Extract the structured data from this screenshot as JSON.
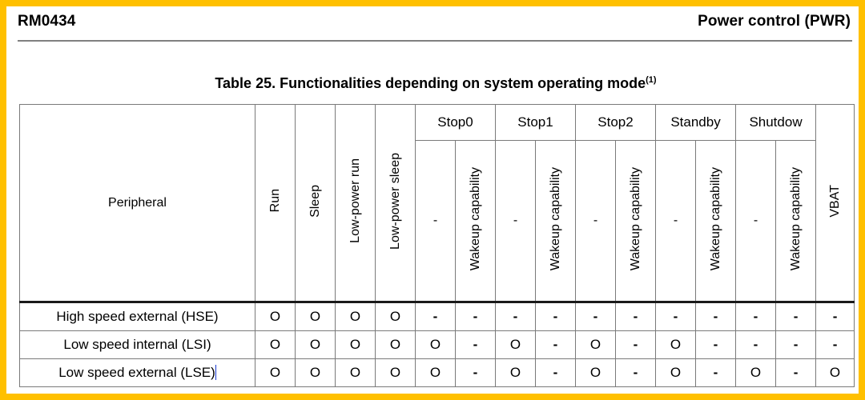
{
  "document": {
    "header_left": "RM0434",
    "header_right": "Power control (PWR)",
    "border_color": "#FFC000"
  },
  "table": {
    "caption_main": "Table 25. Functionalities depending on system operating mode",
    "caption_footnote": "(1)",
    "peripheral_header": "Peripheral",
    "simple_mode_columns": [
      "Run",
      "Sleep",
      "Low-power run",
      "Low-power sleep"
    ],
    "group_columns": [
      {
        "label": "Stop0",
        "sub": [
          "-",
          "Wakeup capability"
        ]
      },
      {
        "label": "Stop1",
        "sub": [
          "-",
          "Wakeup capability"
        ]
      },
      {
        "label": "Stop2",
        "sub": [
          "-",
          "Wakeup capability"
        ]
      },
      {
        "label": "Standby",
        "sub": [
          "-",
          "Wakeup capability"
        ]
      },
      {
        "label": "Shutdow",
        "sub": [
          "-",
          "Wakeup capability"
        ]
      }
    ],
    "vbat_header": "VBAT",
    "wakeup_bg_color": "#e6e6e6",
    "rows": [
      {
        "peripheral": "High speed external (HSE)",
        "cursor": false,
        "values": [
          "O",
          "O",
          "O",
          "O",
          "-",
          "-",
          "-",
          "-",
          "-",
          "-",
          "-",
          "-",
          "-",
          "-",
          "-"
        ]
      },
      {
        "peripheral": "Low speed internal (LSI)",
        "cursor": false,
        "values": [
          "O",
          "O",
          "O",
          "O",
          "O",
          "-",
          "O",
          "-",
          "O",
          "-",
          "O",
          "-",
          "-",
          "-",
          "-"
        ]
      },
      {
        "peripheral": "Low speed external (LSE)",
        "cursor": true,
        "values": [
          "O",
          "O",
          "O",
          "O",
          "O",
          "-",
          "O",
          "-",
          "O",
          "-",
          "O",
          "-",
          "O",
          "-",
          "O"
        ]
      }
    ]
  }
}
